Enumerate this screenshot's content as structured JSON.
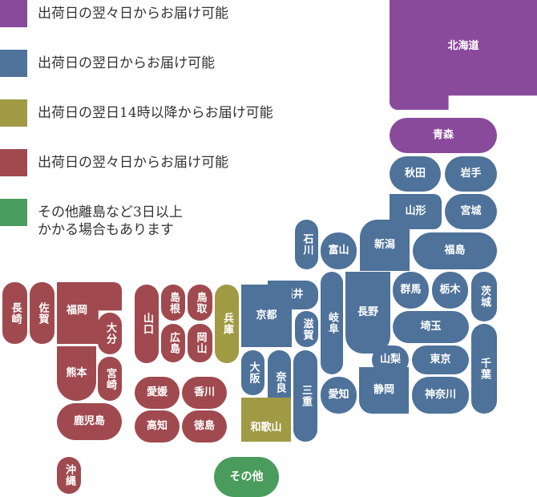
{
  "colors": {
    "purple": "#8a4a9c",
    "blue": "#4e729a",
    "olive": "#a09a45",
    "red": "#a04a4f",
    "green": "#4a9c5c"
  },
  "legend": [
    {
      "color": "purple",
      "label": "出荷日の翌々日からお届け可能"
    },
    {
      "color": "blue",
      "label": "出荷日の翌日からお届け可能"
    },
    {
      "color": "olive",
      "label": "出荷日の翌日14時以降からお届け可能"
    },
    {
      "color": "red",
      "label": "出荷日の翌々日からお届け可能"
    },
    {
      "color": "green",
      "label": "その他離島など3日以上\nかかる場合もあります"
    }
  ],
  "prefectures": {
    "hokkaido": "北海道",
    "aomori": "青森",
    "akita": "秋田",
    "iwate": "岩手",
    "yamagata": "山形",
    "miyagi": "宮城",
    "niigata": "新潟",
    "fukushima": "福島",
    "ishikawa": "石川",
    "toyama": "富山",
    "fukui": "福井",
    "gunma": "群馬",
    "tochigi": "栃木",
    "ibaraki": "茨城",
    "nagano": "長野",
    "gifu": "岐阜",
    "saitama": "埼玉",
    "kyoto": "京都",
    "shiga": "滋賀",
    "yamanashi": "山梨",
    "tokyo": "東京",
    "chiba": "千葉",
    "osaka": "大阪",
    "nara": "奈良",
    "mie": "三重",
    "aichi": "愛知",
    "shizuoka": "静岡",
    "kanagawa": "神奈川",
    "wakayama": "和歌山",
    "hyogo": "兵庫",
    "shimane": "島根",
    "tottori": "鳥取",
    "okayama": "岡山",
    "hiroshima": "広島",
    "yamaguchi": "山口",
    "ehime": "愛媛",
    "kagawa": "香川",
    "kochi": "高知",
    "tokushima": "徳島",
    "fukuoka": "福岡",
    "saga": "佐賀",
    "nagasaki": "長崎",
    "oita": "大分",
    "kumamoto": "熊本",
    "miyazaki": "宮崎",
    "kagoshima": "鹿児島",
    "okinawa": "沖縄",
    "other": "その他"
  }
}
